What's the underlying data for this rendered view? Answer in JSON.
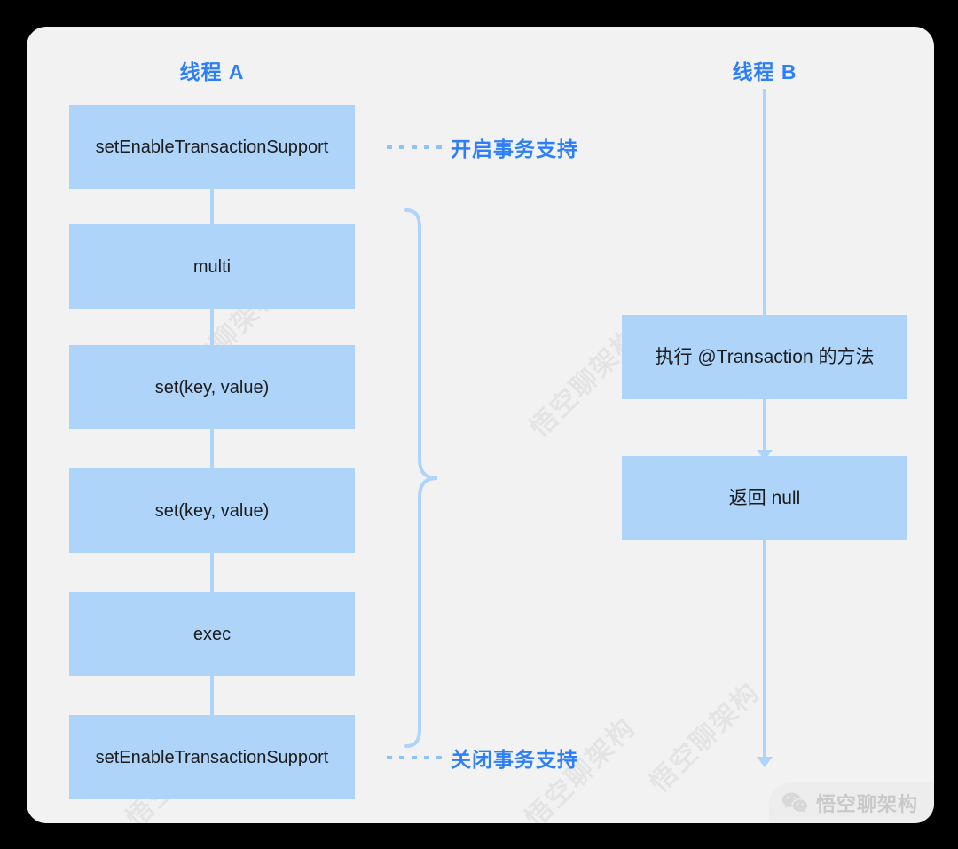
{
  "canvas": {
    "background_color": "#000000",
    "card_color": "#f2f2f2",
    "accent_color": "#2d7ff9",
    "node_fill": "#aed4fa",
    "connector_color": "#aed4fa"
  },
  "columns": [
    {
      "id": "thread-a",
      "title": "线程 A"
    },
    {
      "id": "thread-b",
      "title": "线程 B"
    }
  ],
  "thread_a_nodes": [
    {
      "label": "setEnableTransactionSupport"
    },
    {
      "label": "multi"
    },
    {
      "label": "set(key, value)"
    },
    {
      "label": "set(key, value)"
    },
    {
      "label": "exec"
    },
    {
      "label": "setEnableTransactionSupport"
    }
  ],
  "thread_b_nodes": [
    {
      "label": "执行 @Transaction 的方法"
    },
    {
      "label": "返回 null"
    }
  ],
  "annotations": [
    {
      "id": "open-transaction",
      "label": "开启事务支持"
    },
    {
      "id": "close-transaction",
      "label": "关闭事务支持"
    }
  ],
  "watermark": {
    "text": "悟空聊架构"
  },
  "badge": {
    "name": "悟空聊架构",
    "icon": "wechat-icon"
  }
}
